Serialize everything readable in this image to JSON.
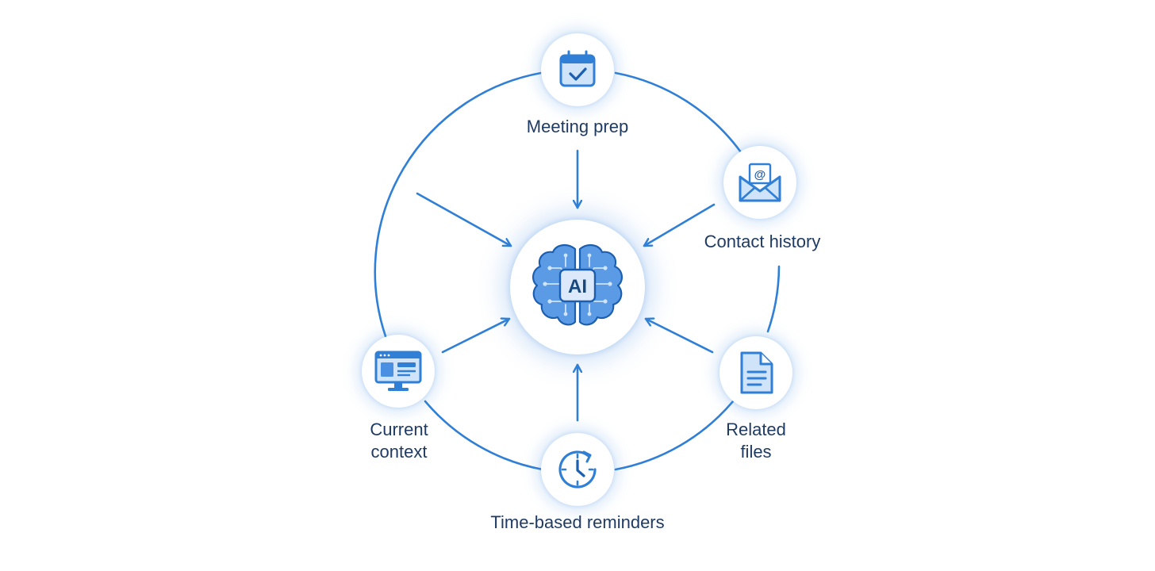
{
  "diagram": {
    "center": {
      "text": "AI",
      "icon": "brain-circuit-icon"
    },
    "nodes": [
      {
        "id": "meeting",
        "label": "Meeting prep",
        "icon": "calendar-check-icon"
      },
      {
        "id": "contact",
        "label": "Contact history",
        "icon": "envelope-at-icon"
      },
      {
        "id": "files",
        "label_lines": [
          "Related",
          "files"
        ],
        "icon": "document-icon"
      },
      {
        "id": "time",
        "label": "Time-based reminders",
        "icon": "clock-icon"
      },
      {
        "id": "context",
        "label_lines": [
          "Current",
          "context"
        ],
        "icon": "monitor-icon"
      }
    ],
    "colors": {
      "primary": "#2f7fd6",
      "icon_fill": "#cfe3f9",
      "label": "#1f3b63",
      "brain_fill": "#4a90e2"
    }
  }
}
